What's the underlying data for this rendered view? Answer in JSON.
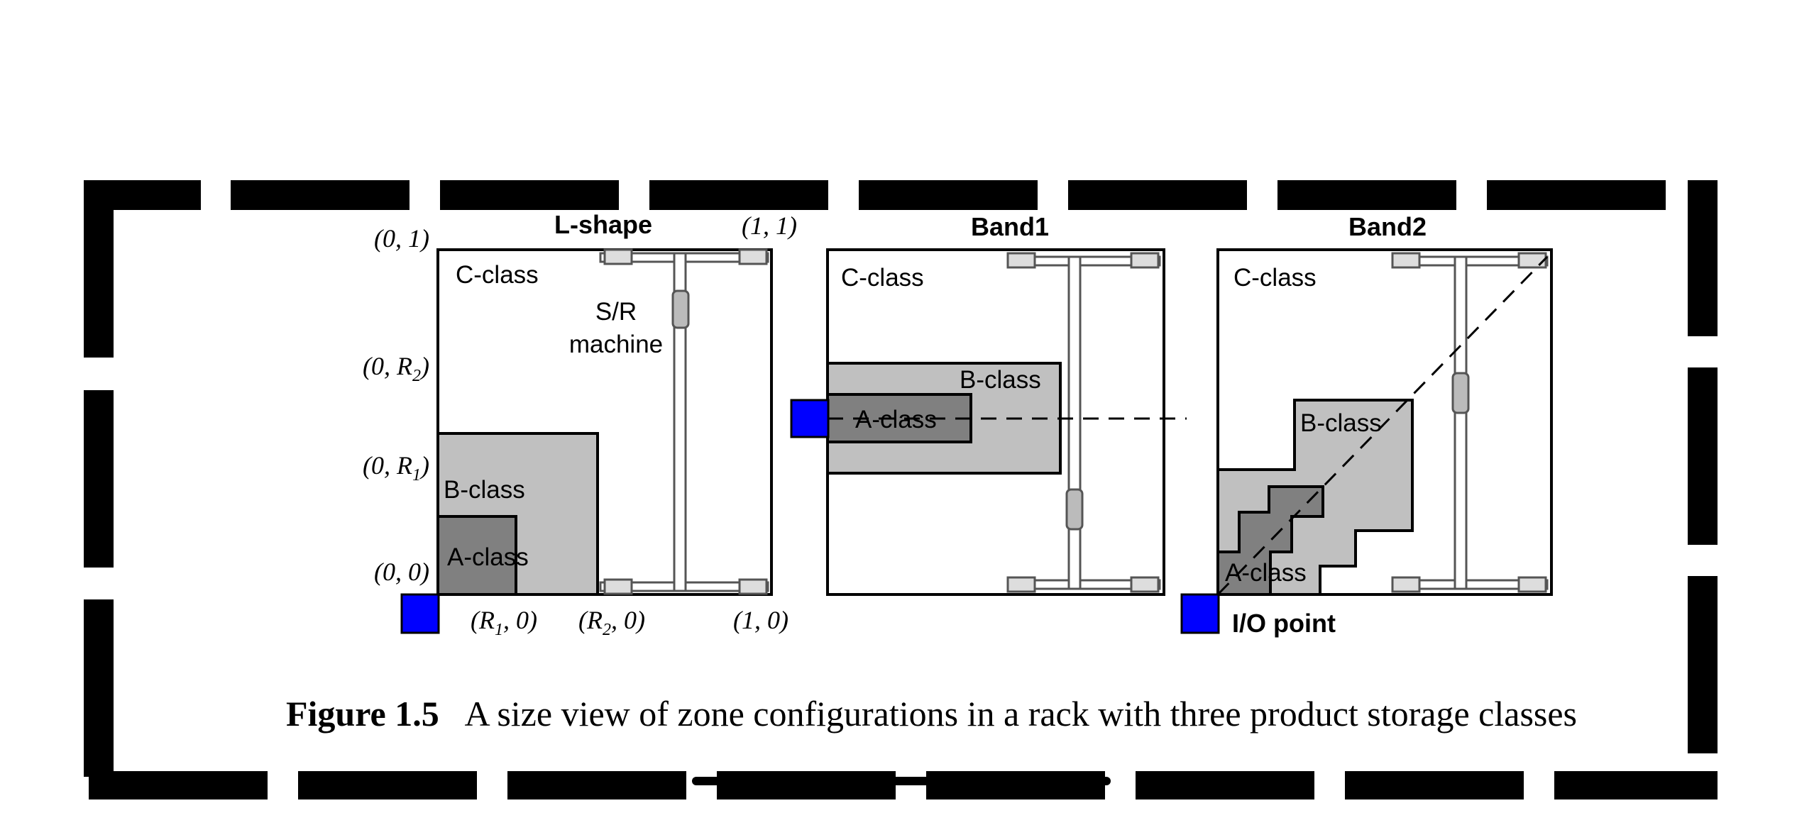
{
  "panels": [
    {
      "title": "L-shape",
      "labels": {
        "c_class": "C-class",
        "b_class": "B-class",
        "a_class": "A-class",
        "sr_line1": "S/R",
        "sr_line2": "machine"
      },
      "coords": {
        "top_left": "(0, 1)",
        "top_right": "(1, 1)",
        "y_r2_pre": "(0, R",
        "y_r2_sub": "2",
        "y_r2_post": ")",
        "y_r1_pre": "(0, R",
        "y_r1_sub": "1",
        "y_r1_post": ")",
        "origin": "(0, 0)",
        "x_r1_pre": "(R",
        "x_r1_sub": "1",
        "x_r1_post": ", 0)",
        "x_r2_pre": "(R",
        "x_r2_sub": "2",
        "x_r2_post": ", 0)",
        "x_one": "(1, 0)"
      }
    },
    {
      "title": "Band1",
      "labels": {
        "c_class": "C-class",
        "b_class": "B-class",
        "a_class": "A-class"
      }
    },
    {
      "title": "Band2",
      "labels": {
        "c_class": "C-class",
        "b_class": "B-class",
        "a_class": "A-class",
        "io_point": "I/O point"
      }
    }
  ],
  "caption": {
    "number": "Figure 1.5",
    "text": "A size view of zone configurations in a rack with three product storage classes"
  },
  "colors": {
    "io_point": "#0000ff",
    "b_class": "#c0c0c0",
    "a_class": "#808080",
    "frame": "#000000"
  }
}
